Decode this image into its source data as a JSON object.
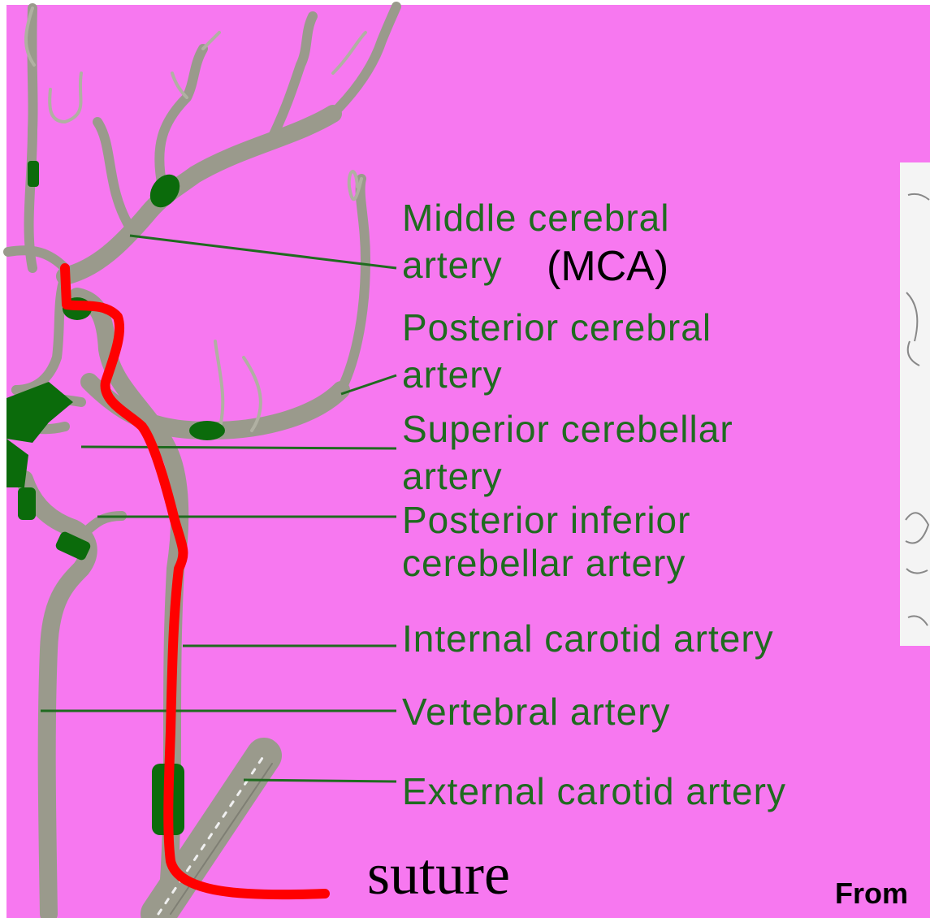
{
  "labels": {
    "mca_line1": "Middle cerebral",
    "mca_line2": "artery",
    "mca_abbr": "(MCA)",
    "pca_line1": "Posterior cerebral",
    "pca_line2": "artery",
    "sca_line1": "Superior cerebellar",
    "sca_line2": "artery",
    "pica_line1": "Posterior inferior",
    "pica_line2": "cerebellar artery",
    "ica": "Internal carotid artery",
    "va": "Vertebral artery",
    "eca": "External carotid artery"
  },
  "suture_label": "suture",
  "source_fragment": "From",
  "colors": {
    "background": "#f778f0",
    "vessel_gray": "#9a9a8c",
    "vessel_shadow": "#7f7f74",
    "occlusion_green": "#0b6b0b",
    "label_green": "#1f6b1f",
    "suture_red": "#ff0000",
    "inset_panel": "#f4f4f4"
  }
}
